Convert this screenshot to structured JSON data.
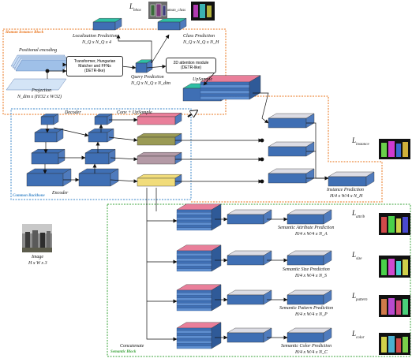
{
  "losses": {
    "bbox": {
      "main": "L",
      "sub": "bbox"
    },
    "human_class": {
      "main": "L",
      "sub": "human_class"
    },
    "instance": {
      "main": "L",
      "sub": "instance"
    },
    "attrib": {
      "main": "L",
      "sub": "attrib"
    },
    "size": {
      "main": "L",
      "sub": "size"
    },
    "pattern": {
      "main": "L",
      "sub": "pattern"
    },
    "color": {
      "main": "L",
      "sub": "color"
    }
  },
  "blocks": {
    "human_instance": "Human Instance Block",
    "common_backbone": "Common Backbone",
    "semantic": "Semantic Block"
  },
  "labels": {
    "localization_title": "Localization Prediction",
    "localization_dims": "N_Q x N_Q x 4",
    "class_title": "Class Prediction",
    "class_dims": "N_Q x N_Q x N_H",
    "positional_encoding": "Positional encoding",
    "transformer_box": [
      "Transformer, Hungarian",
      "Matcher and FFNs",
      "(DETR-like)"
    ],
    "attention_box": [
      "2D attention module",
      "(DETR-like)"
    ],
    "query_title": "Query Prediction",
    "query_dims": "N_Q x N_Q x N_dim",
    "projection_title": "Projection",
    "projection_dims": "N_dim x (H/32 x W/32)",
    "upsample_top": "UpSample",
    "decoder": "Decoder",
    "conv_upsample": "Conv + UpSample",
    "encoder": "Encoder",
    "image_title": "Image",
    "image_dims": "H x W x 3",
    "instance_title": "Instance Prediction",
    "instance_dims": "H/4 x W/4 x N_H",
    "concatenate": "Concatenate",
    "attrib_title": "Semantic Attribute Prediction",
    "attrib_dims": "H/4 x W/4 x N_A",
    "size_title": "Semantic Size Prediction",
    "size_dims": "H/4 x W/4 x N_S",
    "pattern_title": "Semantic Pattern Prediction",
    "pattern_dims": "H/4 x W/4 x N_P",
    "color_title": "Semantic Color Prediction",
    "color_dims": "H/4 x W/4 x N_C"
  },
  "colors": {
    "orange_border": "#e8731a",
    "blue_border": "#3a86c8",
    "green_border": "#3aa33a",
    "cube_blue": "#3f6fb4",
    "cube_teal": "#2fbfa5",
    "cube_pink": "#e97f9a",
    "cube_olive": "#9a9a55",
    "cube_mauve": "#b49aa6",
    "cube_yellow": "#f1dc7a",
    "cube_gray": "#dcdce4",
    "cube_side": "#4f7bbd"
  },
  "icons": [
    "photo-image-icon",
    "segmentation-mask-icon"
  ]
}
